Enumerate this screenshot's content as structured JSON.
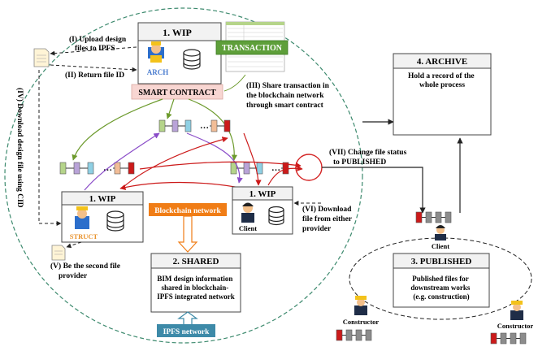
{
  "boxes": {
    "wip_arch": {
      "title": "1.  WIP",
      "role": "ARCH"
    },
    "wip_struct": {
      "title": "1. WIP",
      "role": "STRUCT"
    },
    "wip_client": {
      "title": "1. WIP",
      "role": "Client"
    },
    "shared": {
      "title": "2. SHARED",
      "desc_lines": [
        "BIM design information",
        "shared in blockchain-",
        "IPFS integrated network"
      ]
    },
    "archive": {
      "title": "4. ARCHIVE",
      "desc_lines": [
        "Hold a record of the",
        "whole process"
      ]
    },
    "published": {
      "title": "3. PUBLISHED",
      "desc_lines": [
        "Published files for",
        "downstream works",
        "(e.g. construction)"
      ]
    }
  },
  "labels": {
    "transaction": "TRANSACTION",
    "smart_contract": "SMART CONTRACT",
    "blockchain_network": "Blockchain network",
    "ipfs_network": "IPFS network",
    "client_published": "Client",
    "constructor_left": "Constructor",
    "constructor_right": "Constructor"
  },
  "steps": {
    "step1_lines": [
      "(I) Upload design",
      "files to IPFS"
    ],
    "step2": "(II) Return file ID",
    "step3_lines": [
      "(III) Share transaction in",
      "the blockchain network",
      "through smart contract"
    ],
    "step4": "(IV) Download design file using CID",
    "step5_lines": [
      "(V) Be the second file",
      "provider"
    ],
    "step6_lines": [
      "(VI) Download",
      "file from either",
      "provider"
    ],
    "step7_lines": [
      "(VII) Change file status",
      "to PUBLISHED"
    ]
  },
  "chain_dots": [
    "…",
    "…",
    "…"
  ],
  "colors": {
    "green_block": "#b5d48a",
    "purple_block": "#b9a3d8",
    "cyan_block": "#8fd0e4",
    "orange_block": "#f2bd97",
    "red_block": "#cc1a1a",
    "gray_block": "#8c8c8c",
    "blockchain_bg": "#f07d16",
    "ipfs_bg": "#3d8aa8",
    "transaction_bg": "#5e9f3a",
    "smart_contract_bg": "#f8d6d2",
    "outer_circle": "#3d8a6e"
  }
}
